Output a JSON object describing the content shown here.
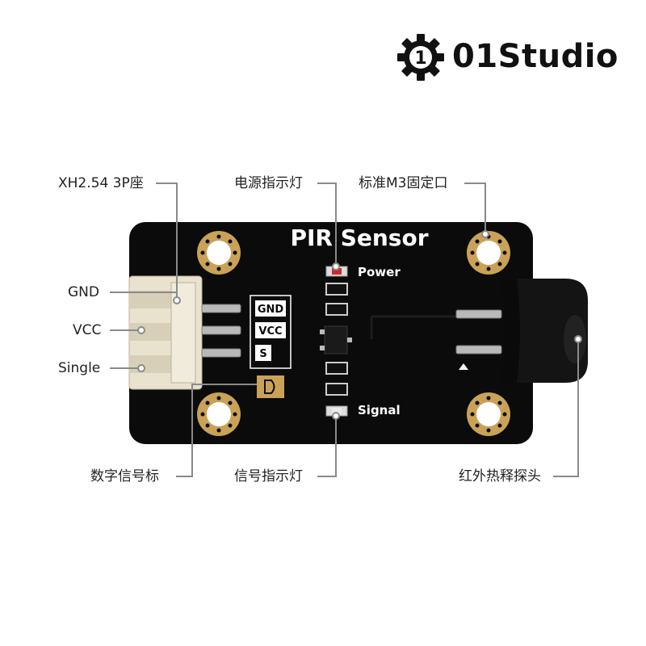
{
  "brand": {
    "name": "01Studio",
    "logo_digit": "1"
  },
  "board": {
    "title": "PIR Sensor",
    "pins": [
      "GND",
      "VCC",
      "S"
    ],
    "power_led_label": "Power",
    "signal_led_label": "Signal"
  },
  "callouts": {
    "connector": "XH2.54 3P座",
    "power_led": "电源指示灯",
    "mount_hole": "标准M3固定口",
    "gnd": "GND",
    "vcc": "VCC",
    "single": "Single",
    "signal_mark": "数字信号标",
    "signal_led": "信号指示灯",
    "ir_probe": "红外热释探头"
  },
  "colors": {
    "pcb": "#0b0b0b",
    "copper": "#c9a257",
    "leader": "#8a8a8a",
    "silk": "#ffffff"
  }
}
